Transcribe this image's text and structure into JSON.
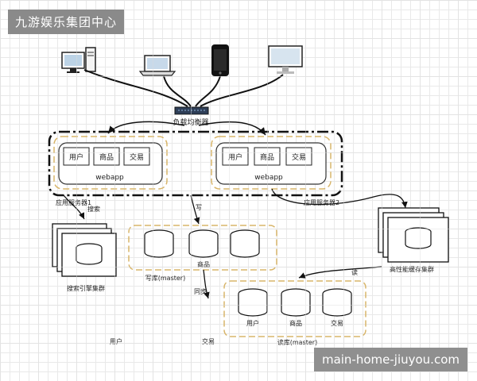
{
  "header": {
    "title": "九游娱乐集团中心"
  },
  "watermark": "main-home-jiuyou.com",
  "diagram": {
    "load_balancer": "负载均衡器",
    "webapp": "webapp",
    "app_server_1": "应用服务器1",
    "app_server_2": "应用服务器2",
    "service_user": "用户",
    "service_goods": "商品",
    "service_trade": "交易",
    "edge_search": "搜索",
    "edge_write": "写",
    "edge_sync": "同步",
    "edge_read": "读",
    "search_cluster": "搜索引擎集群",
    "write_db": "写库(master)",
    "read_db": "读库(master)",
    "cache_cluster": "高性能缓存集群",
    "db_goods_w": "商品",
    "db_user_r": "用户",
    "db_goods_r": "商品",
    "db_trade_r": "交易",
    "bottom_user": "用户",
    "bottom_trade": "交易"
  }
}
